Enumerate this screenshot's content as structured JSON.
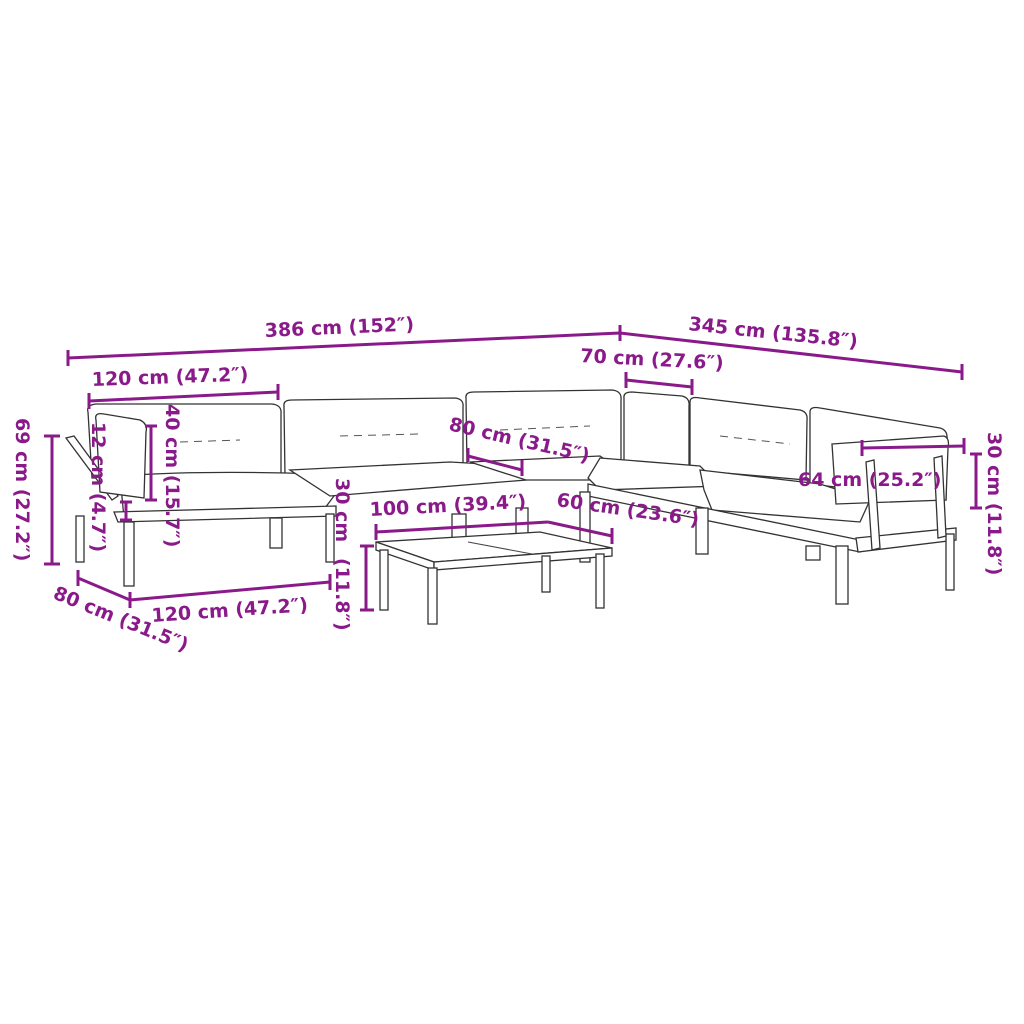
{
  "diagram": {
    "subject": "Modular garden sofa set with cushions and coffee table",
    "accent_color": "#8a1a8a",
    "dimensions": {
      "total_left_width": "386 cm (152″)",
      "total_right_width": "345 cm (135.8″)",
      "seat_width": "120 cm (47.2″)",
      "corner_width": "70 cm (27.6″)",
      "back_cushion_height": "40 cm (15.7″)",
      "seat_cushion_thickness": "12 cm (4.7″)",
      "total_height": "69 cm (27.2″)",
      "seat_depth_front": "80 cm (31.5″)",
      "seat_width_front": "120 cm (47.2″)",
      "seat_depth_middle": "80 cm (31.5″)",
      "seat_height": "30 cm",
      "seat_height_inch": "(11.8″)",
      "table_width": "100 cm (39.4″)",
      "table_depth": "60 cm (23.6″)",
      "table_height": "30 cm (11.8″)",
      "armrest_width": "64 cm (25.2″)",
      "armrest_height": "30 cm (11.8″)"
    }
  }
}
